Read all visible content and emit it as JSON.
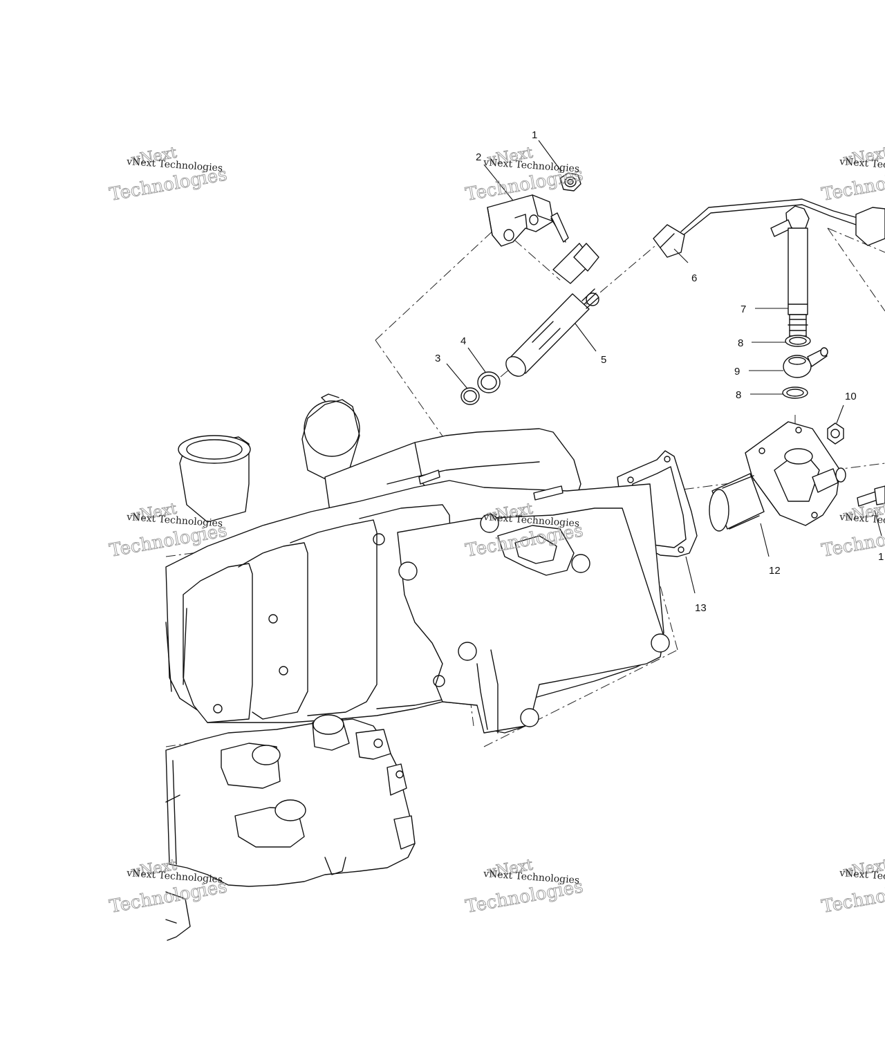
{
  "diagram": {
    "callouts": [
      {
        "id": "1",
        "label": "1"
      },
      {
        "id": "2",
        "label": "2"
      },
      {
        "id": "3",
        "label": "3"
      },
      {
        "id": "4",
        "label": "4"
      },
      {
        "id": "5",
        "label": "5"
      },
      {
        "id": "6",
        "label": "6"
      },
      {
        "id": "7",
        "label": "7"
      },
      {
        "id": "8a",
        "label": "8"
      },
      {
        "id": "9",
        "label": "9"
      },
      {
        "id": "8b",
        "label": "8"
      },
      {
        "id": "10",
        "label": "10"
      },
      {
        "id": "11",
        "label": "1"
      },
      {
        "id": "12",
        "label": "12"
      },
      {
        "id": "13",
        "label": "13"
      }
    ],
    "watermark": {
      "line_small": "vNext Technologies",
      "line_big_1": "vNext",
      "line_big_2": "Technologies"
    }
  }
}
